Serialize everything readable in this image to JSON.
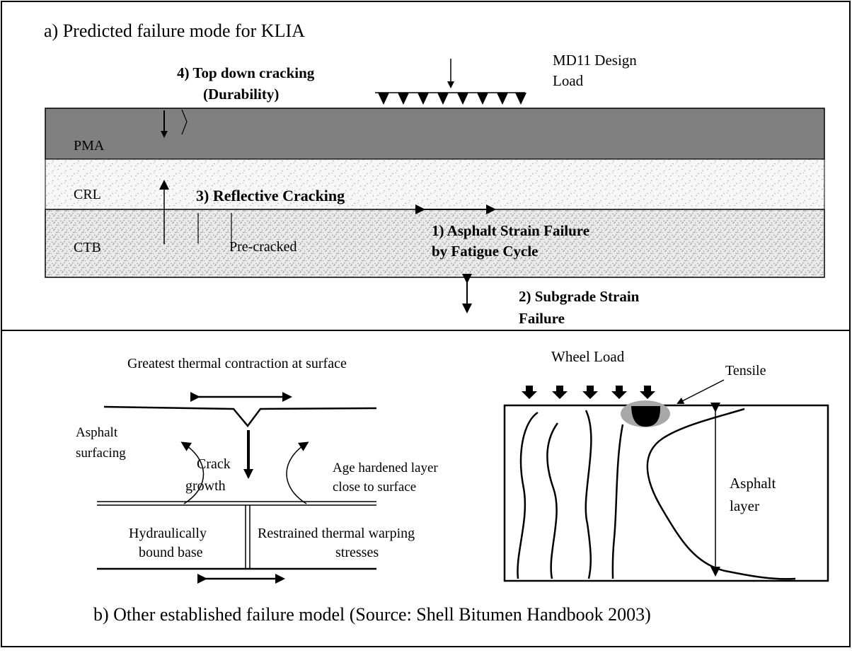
{
  "panel_a": {
    "title": "a) Predicted failure mode for KLIA",
    "load_label_line1": "MD11 Design",
    "load_label_line2": "Load",
    "top_down_line1": "4) Top down cracking",
    "top_down_line2": "(Durability)",
    "layers": {
      "pma": "PMA",
      "crl": "CRL",
      "ctb": "CTB"
    },
    "reflective_cracking": "3) Reflective Cracking",
    "pre_cracked": "Pre-cracked",
    "asphalt_strain_line1": "1) Asphalt Strain Failure",
    "asphalt_strain_line2": "by Fatigue Cycle",
    "subgrade_line1": "2) Subgrade Strain",
    "subgrade_line2": "Failure"
  },
  "panel_b": {
    "caption": "b) Other established failure model (Source: Shell Bitumen Handbook 2003)",
    "left": {
      "contraction": "Greatest thermal contraction at surface",
      "asphalt_line1": "Asphalt",
      "asphalt_line2": "surfacing",
      "crack_line1": "Crack",
      "crack_line2": "growth",
      "age_line1": "Age hardened layer",
      "age_line2": "close to surface",
      "hydraulic_line1": "Hydraulically",
      "hydraulic_line2": "bound base",
      "restrained_line1": "Restrained thermal warping",
      "restrained_line2": "stresses"
    },
    "right": {
      "wheel_load": "Wheel Load",
      "tensile": "Tensile",
      "asphalt_layer_line1": "Asphalt",
      "asphalt_layer_line2": "layer"
    }
  },
  "colors": {
    "pma_fill": "#808080",
    "crl_fill": "#f7f7f7",
    "ctb_fill": "#ebebeb",
    "tensile_grey": "#a8a8a8"
  }
}
